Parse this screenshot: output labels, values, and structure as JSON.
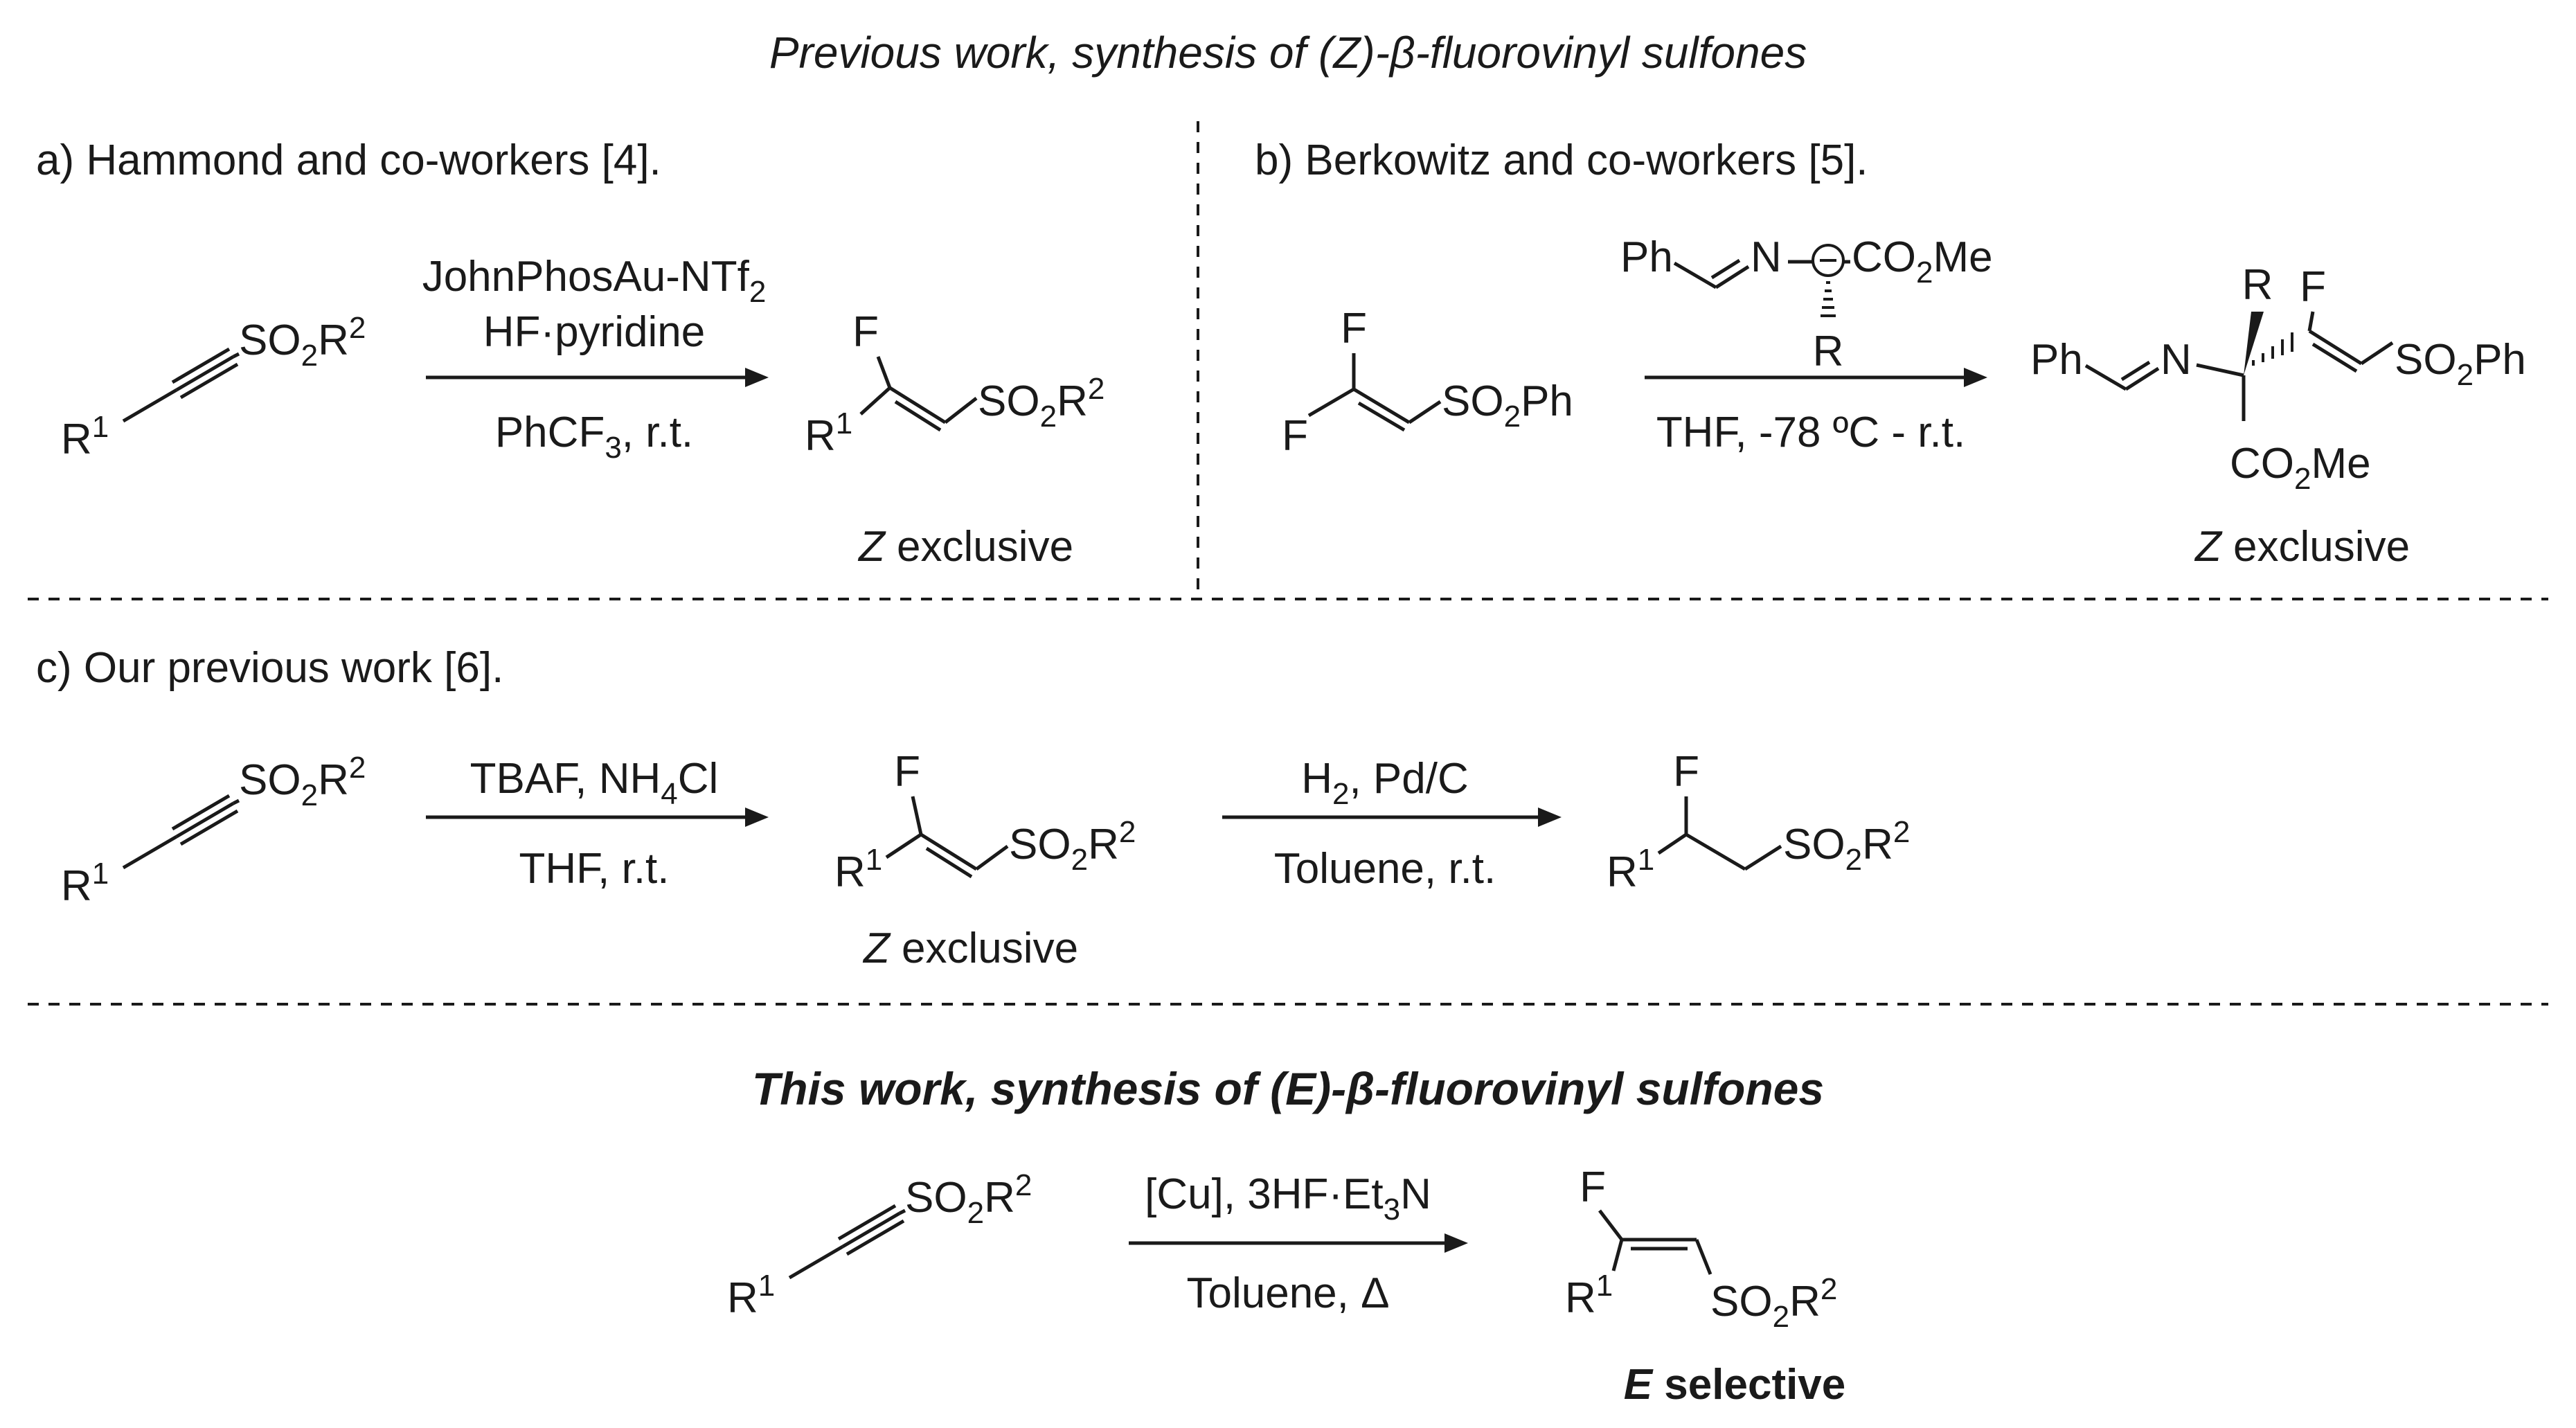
{
  "header": {
    "previous_title_pre": "Previous work, synthesis of (Z)-",
    "previous_title_greek": "β",
    "previous_title_post": "-fluorovinyl sulfones",
    "this_title_pre": "This work, synthesis of (E)-",
    "this_title_greek": "β",
    "this_title_post": "-fluorovinyl sulfones"
  },
  "labels": {
    "F": "F",
    "R": "R",
    "N": "N",
    "Ph": "Ph",
    "SO": "SO",
    "Me": "Me",
    "CO": "CO",
    "num1": "1",
    "num2": "2"
  },
  "section_a": {
    "title": "a) Hammond and co-workers [4].",
    "reagent1_pre": "JohnPhosAu-NTf",
    "reagent2": "HF·pyridine",
    "conditions_pre": "PhCF",
    "conditions_sub": "3",
    "conditions_post": ", r.t.",
    "outcome_italic": "Z",
    "outcome_text": " exclusive"
  },
  "section_b": {
    "title": "b) Berkowitz and co-workers [5].",
    "conditions": "THF, -78 ºC - r.t.",
    "outcome_italic": "Z",
    "outcome_text": " exclusive"
  },
  "section_c": {
    "title": "c) Our previous work [6].",
    "step1_reagent_pre": "TBAF, NH",
    "step1_reagent_sub": "4",
    "step1_reagent_post": "Cl",
    "step1_conditions": "THF, r.t.",
    "step2_reagent_pre": "H",
    "step2_reagent_sub": "2",
    "step2_reagent_post": ", Pd/C",
    "step2_conditions": "Toluene, r.t.",
    "outcome_italic": "Z",
    "outcome_text": " exclusive"
  },
  "this_work": {
    "reagent_pre": "[Cu], 3HF·Et",
    "reagent_sub": "3",
    "reagent_post": "N",
    "conditions_pre": "Toluene, ",
    "conditions_delta": "Δ",
    "outcome_bold_italic": "E",
    "outcome_bold": " selective"
  }
}
